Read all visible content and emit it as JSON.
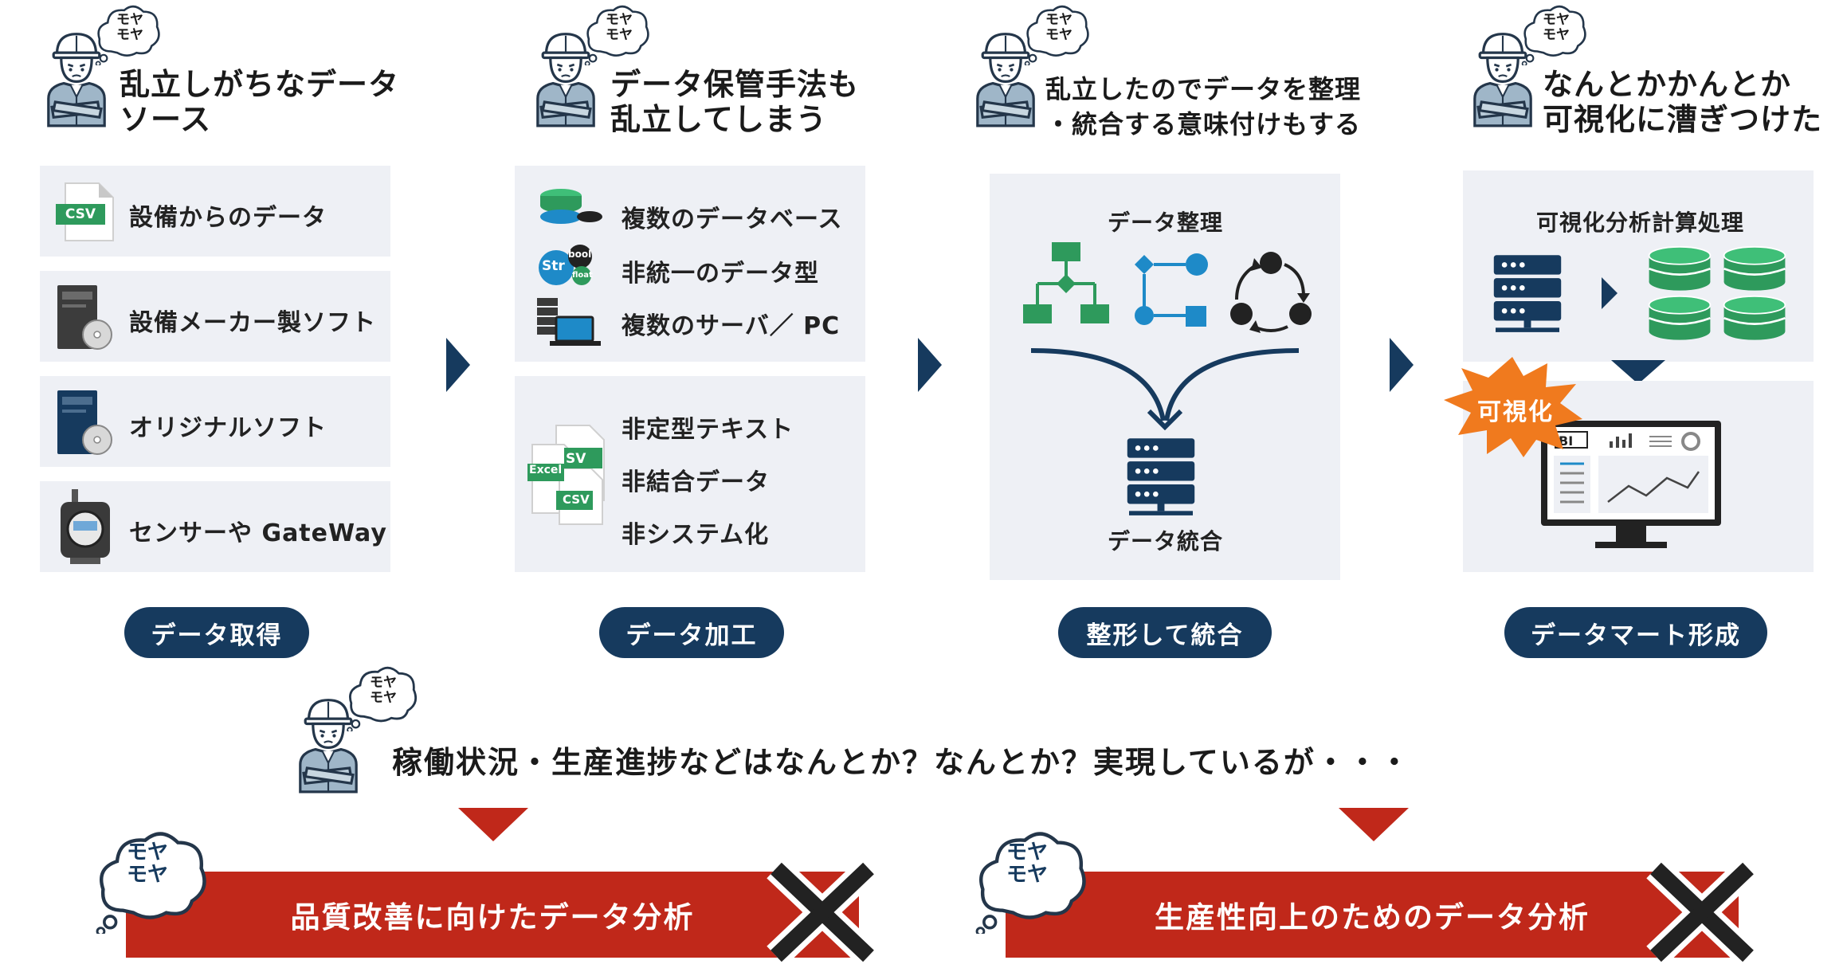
{
  "worry_text": "モヤ\nモヤ",
  "columns": [
    {
      "heading": "乱立しがちなデータ\nソース",
      "items": [
        "設備からのデータ",
        "設備メーカー製ソフト",
        "オリジナルソフト",
        "センサーや GateWay"
      ],
      "csv_badge": "CSV",
      "stage": "データ取得"
    },
    {
      "heading": "データ保管手法も\n乱立してしまう",
      "items_top": [
        "複数のデータベース",
        "非統一のデータ型",
        "複数のサーバ／ PC"
      ],
      "items_bottom": [
        "非定型テキスト",
        "非結合データ",
        "非システム化"
      ],
      "type_icon": {
        "str": "Str",
        "bool": "bool",
        "float": "float"
      },
      "file_labels": {
        "excel": "Excel",
        "csv1": "SV",
        "csv2": "CSV"
      },
      "stage": "データ加工"
    },
    {
      "heading": "乱立したのでデータを整理\n・統合する意味付けもする",
      "top_label": "データ整理",
      "bottom_label": "データ統合",
      "stage": "整形して統合"
    },
    {
      "heading": "なんとかかんとか\n可視化に漕ぎつけた",
      "top_label": "可視化分析計算処理",
      "burst_label": "可視化",
      "bi_label": "BI",
      "stage": "データマート形成"
    }
  ],
  "bottom": {
    "statement": "稼働状況・生産進捗などはなんとか？なんとか？実現しているが・・・",
    "bars": [
      "品質改善に向けたデータ分析",
      "生産性向上のためのデータ分析"
    ]
  },
  "colors": {
    "navy": "#163a5e",
    "red": "#c0281a",
    "green": "#2e9a5c",
    "blue": "#1e8ac8",
    "panel": "#eef0f5",
    "orange": "#f07a1e"
  }
}
